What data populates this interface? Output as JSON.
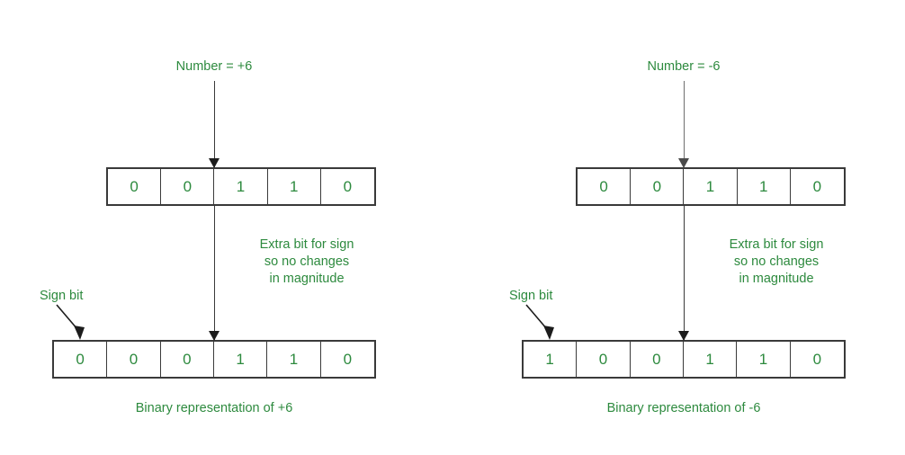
{
  "colors": {
    "text_green": "#2d8a3e",
    "box_border": "#3a3a3a",
    "arrow_dark": "#1c1c1c",
    "arrow_gray": "#6e6e6e",
    "background": "#ffffff"
  },
  "panels": [
    {
      "id": "positive",
      "number_label": "Number = +6",
      "sign_bit_label": "Sign bit",
      "note_lines": [
        "Extra bit for sign",
        "so no changes",
        "in magnitude"
      ],
      "magnitude_bits": [
        "0",
        "0",
        "1",
        "1",
        "0"
      ],
      "signed_bits": [
        "0",
        "0",
        "0",
        "1",
        "1",
        "0"
      ],
      "caption": "Binary representation of +6"
    },
    {
      "id": "negative",
      "number_label": "Number = -6",
      "sign_bit_label": "Sign bit",
      "note_lines": [
        "Extra bit for sign",
        "so no changes",
        "in magnitude"
      ],
      "magnitude_bits": [
        "0",
        "0",
        "1",
        "1",
        "0"
      ],
      "signed_bits": [
        "1",
        "0",
        "0",
        "1",
        "1",
        "0"
      ],
      "caption": "Binary representation of -6"
    }
  ]
}
